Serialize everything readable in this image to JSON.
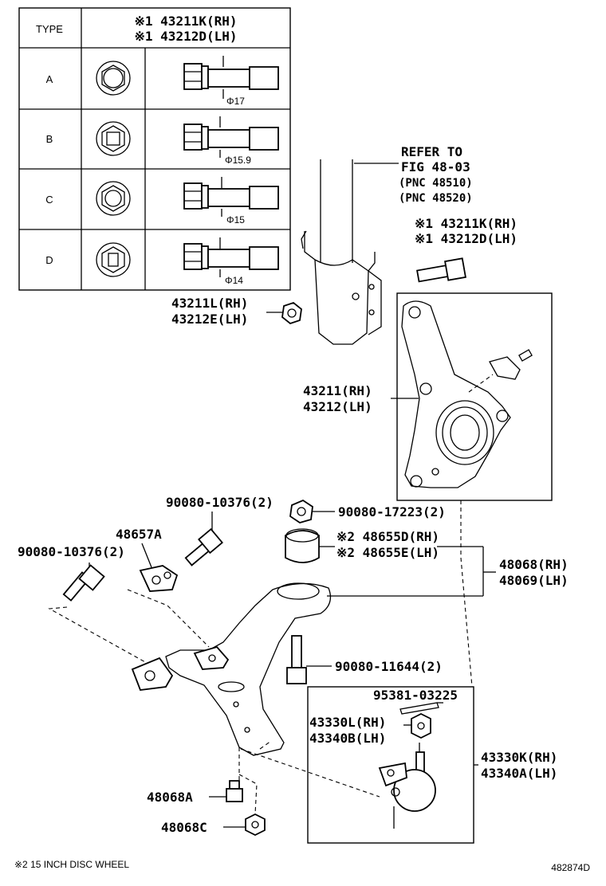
{
  "type_table": {
    "header_type": "TYPE",
    "header_part_rh": "※1 43211K(RH)",
    "header_part_lh": "※1 43212D(LH)",
    "rows": [
      {
        "type": "A",
        "dim": "Φ17"
      },
      {
        "type": "B",
        "dim": "Φ15.9"
      },
      {
        "type": "C",
        "dim": "Φ15"
      },
      {
        "type": "D",
        "dim": "Φ14"
      }
    ]
  },
  "refer": {
    "line1": "REFER TO",
    "line2": "FIG 48-03",
    "line3": "(PNC 48510)",
    "line4": "(PNC 48520)"
  },
  "labels": {
    "bolt_rh": "※1 43211K(RH)",
    "bolt_lh": "※1 43212D(LH)",
    "nut_rh": "43211L(RH)",
    "nut_lh": "43212E(LH)",
    "knuckle_rh": "43211(RH)",
    "knuckle_lh": "43212(LH)",
    "bolt_90080_10376_a": "90080-10376(2)",
    "nut_90080_17223": "90080-17223(2)",
    "bracket_48657a": "48657A",
    "bolt_90080_10376_b": "90080-10376(2)",
    "bushing_rh": "※2 48655D(RH)",
    "bushing_lh": "※2 48655E(LH)",
    "arm_rh": "48068(RH)",
    "arm_lh": "48069(LH)",
    "bolt_90080_11644": "90080-11644(2)",
    "pin_95381": "95381-03225",
    "ball_nut_rh": "43330L(RH)",
    "ball_nut_lh": "43340B(LH)",
    "ball_joint_rh": "43330K(RH)",
    "ball_joint_lh": "43340A(LH)",
    "bolt_48068a": "48068A",
    "nut_48068c": "48068C"
  },
  "footer": {
    "note": "※2 15 INCH DISC WHEEL",
    "figure_id": "482874D"
  }
}
